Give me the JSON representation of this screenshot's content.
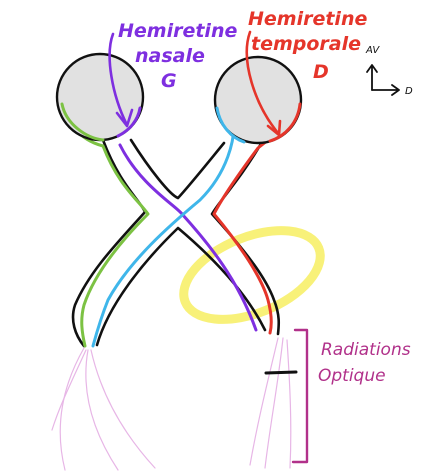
{
  "labels": {
    "nasal_line1": "Hemiretine",
    "nasal_line2": "nasale",
    "nasal_side": "G",
    "temporal_line1": "Hemiretine",
    "temporal_line2": "temporale",
    "temporal_side": "D",
    "radiations_line1": "Radiations",
    "radiations_line2": "Optique",
    "axis_up": "AV",
    "axis_right": "D"
  },
  "colors": {
    "outline": "#111111",
    "eye_fill": "#e1e1e1",
    "green": "#7cc243",
    "purple": "#7e2fe0",
    "blue": "#3fb6ea",
    "red": "#e5352a",
    "yellow": "#f7ef6a",
    "pink": "#e7b6e6",
    "magenta": "#b1318a"
  }
}
